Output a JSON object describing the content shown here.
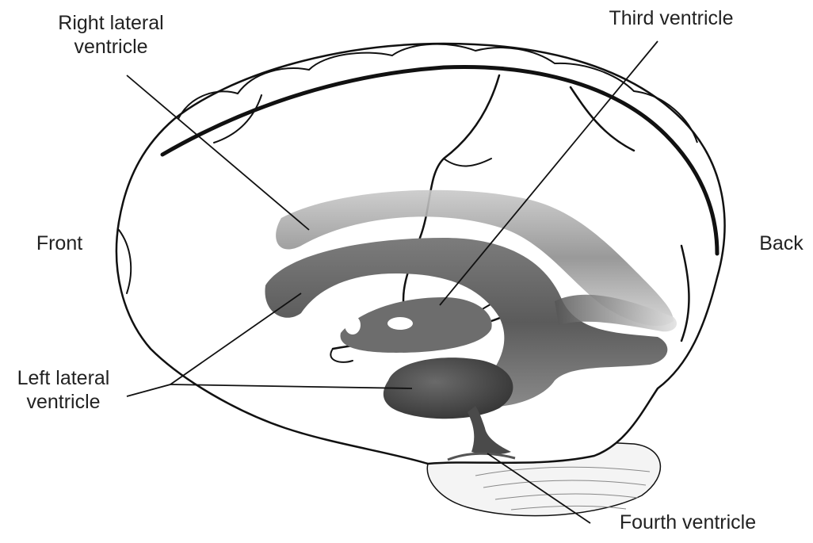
{
  "labels": {
    "right_lateral_ventricle": [
      "Right lateral",
      "ventricle"
    ],
    "third_ventricle": "Third ventricle",
    "front": "Front",
    "back": "Back",
    "left_lateral_ventricle": [
      "Left lateral",
      "ventricle"
    ],
    "fourth_ventricle": "Fourth ventricle"
  },
  "colors": {
    "outline": "#111111",
    "ventricle_light": "#d8d8d8",
    "ventricle_mid": "#8a8a8a",
    "ventricle_dark": "#4a4a4a",
    "text": "#222222"
  }
}
